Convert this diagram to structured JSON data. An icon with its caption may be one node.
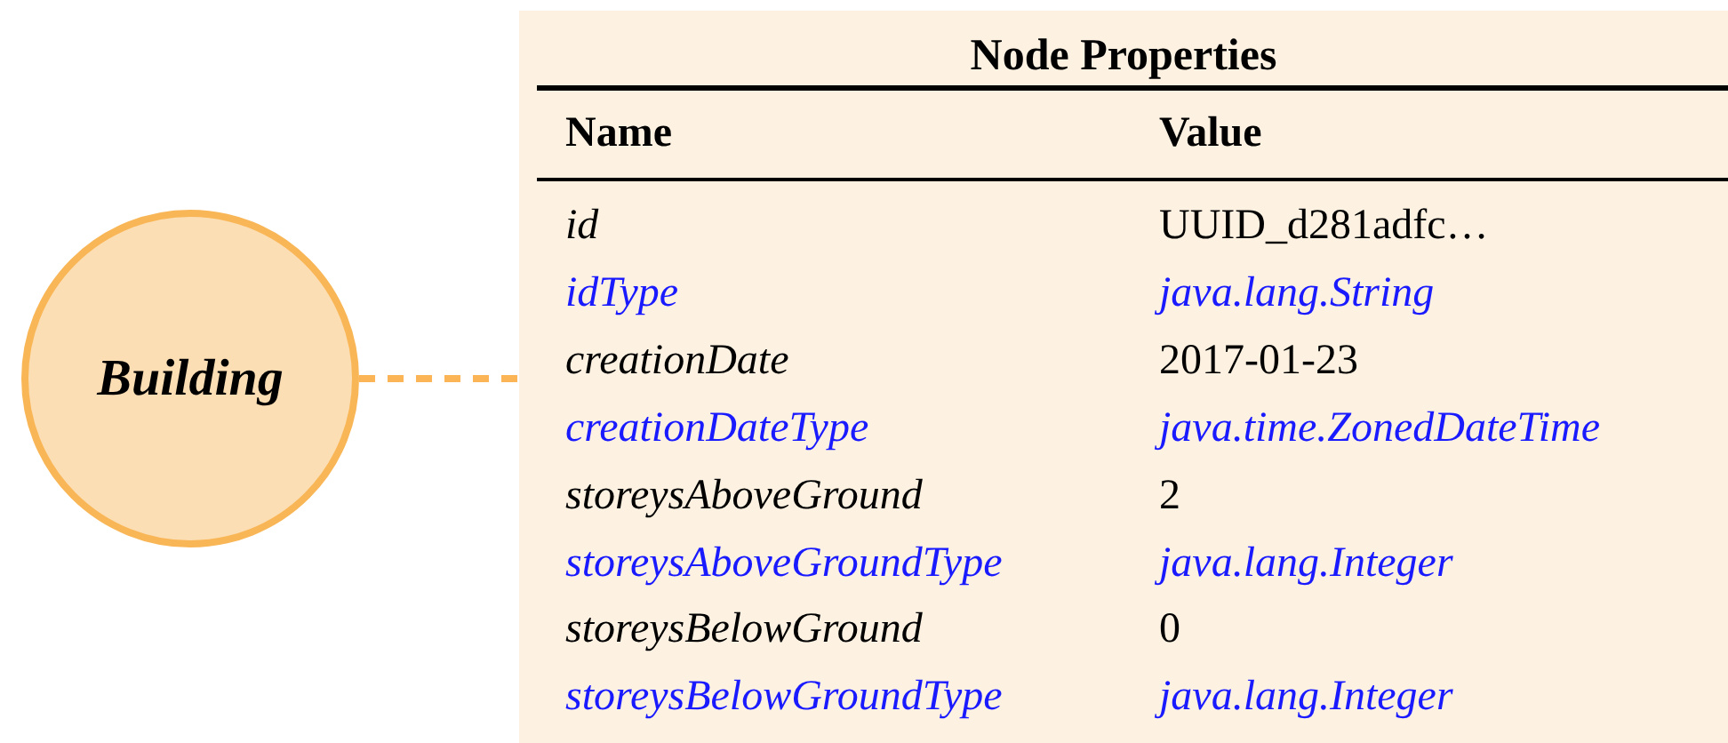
{
  "diagram": {
    "nodes": [
      {
        "text": [
          "Building"
        ]
      },
      {
        "text": [
          "Node Properties"
        ]
      }
    ],
    "edges": [
      {
        "from": 0,
        "to": 1,
        "arrow": "none",
        "style": "dashed",
        "color": "#fbb556"
      }
    ],
    "labels": [
      "Name",
      "Value",
      "id",
      "UUID_d281adfc…",
      "idType",
      "java.lang.String",
      "creationDate",
      "2017-01-23",
      "creationDateType",
      "java.time.ZonedDateTime",
      "storeysAboveGround",
      "2",
      "storeysAboveGroundType",
      "java.lang.Integer",
      "storeysBelowGround",
      "0",
      "storeysBelowGroundType",
      "java.lang.Integer"
    ]
  }
}
